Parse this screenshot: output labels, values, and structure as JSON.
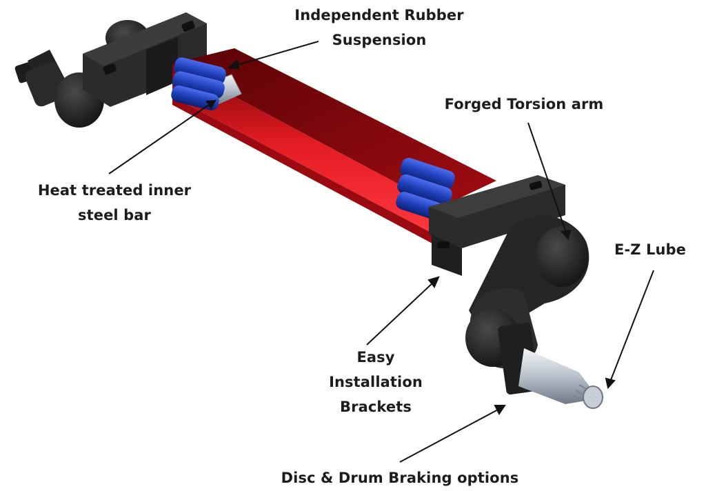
{
  "labels": {
    "rubber_suspension": "Independent Rubber\nSuspension",
    "heat_treated_bar": "Heat treated inner\nsteel bar",
    "forged_torsion_arm": "Forged Torsion arm",
    "ez_lube": "E-Z Lube",
    "easy_installation": "Easy\nInstallation\nBrackets",
    "braking_options": "Disc & Drum Braking options"
  },
  "colors": {
    "tube_red": "#e31b23",
    "rubber_blue": "#1f3fb8",
    "bracket_black": "#262626",
    "spindle_steel": "#b9c2cc"
  }
}
